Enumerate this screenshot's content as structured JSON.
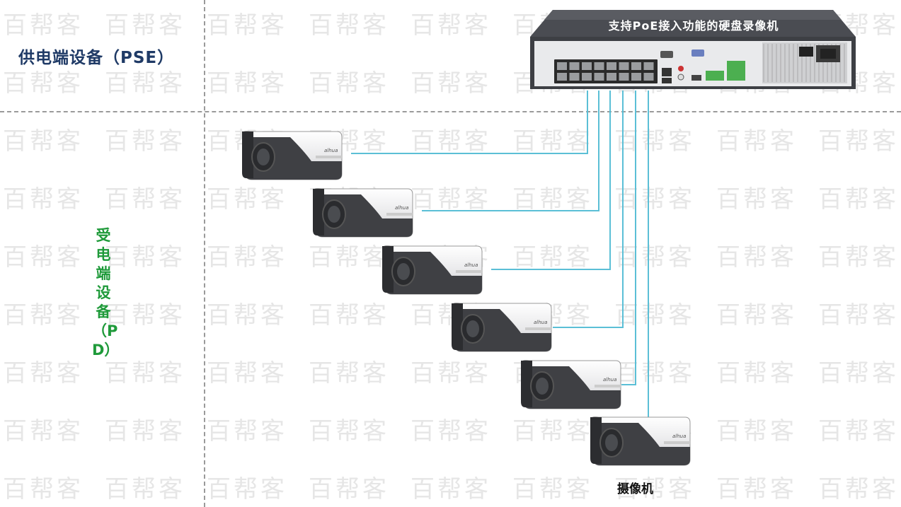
{
  "labels": {
    "pse": "供电端设备（PSE）",
    "pd": "受电端设备（PD）",
    "nvr_title": "支持PoE接入功能的硬盘录像机",
    "camera": "摄像机"
  },
  "watermark": "百帮客",
  "camera_brand": "alhua",
  "nvr_port_count": 8,
  "camera_count": 6,
  "colors": {
    "cable": "#5bbfd6",
    "pse_text": "#1f3a66",
    "pd_text": "#1f9a3a",
    "nvr_body": "#3d3f44",
    "nvr_panel": "#e9eaec",
    "divider": "#9a9a9a"
  }
}
